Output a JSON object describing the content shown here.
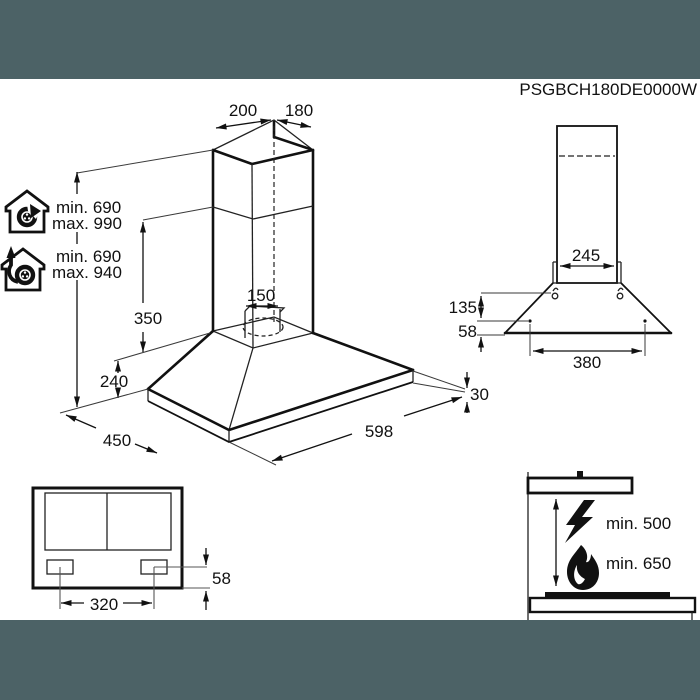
{
  "colors": {
    "band": "#4c6266",
    "background": "#ffffff",
    "line": "#111111"
  },
  "header": {
    "model_code": "PSGBCH180DE0000W"
  },
  "isometric_view": {
    "chimney_top_width": "200",
    "chimney_top_depth": "180",
    "duct_diameter": "150",
    "upper_chimney_height": "350",
    "hood_body_height": "240",
    "hood_depth": "450",
    "hood_width": "598",
    "rim_height": "30",
    "recirculation_height_min": "min. 690",
    "recirculation_height_max": "max. 990",
    "extraction_height_min": "min. 690",
    "extraction_height_max": "max. 940",
    "icons": {
      "recirculation": "house-with-recirculating-fan-icon",
      "extraction": "house-with-exhaust-arrow-fan-icon"
    }
  },
  "front_view": {
    "bracket_width": "245",
    "hook_drop": "135",
    "screw_drop": "58",
    "screw_spacing": "380"
  },
  "bottom_view": {
    "lamp_spacing": "320",
    "lamp_edge_offset": "58"
  },
  "clearance_view": {
    "electric_clearance": "min. 500",
    "gas_clearance": "min. 650",
    "icons": {
      "electric": "lightning-bolt-icon",
      "gas": "flame-icon"
    }
  }
}
